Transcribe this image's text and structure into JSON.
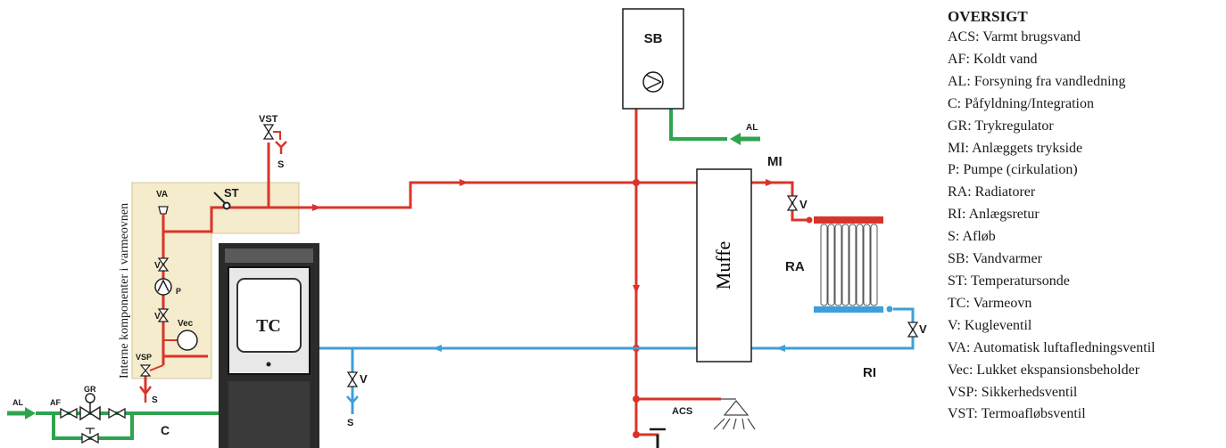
{
  "legend": {
    "title": "OVERSIGT",
    "items": [
      "ACS: Varmt brugsvand",
      "AF: Koldt vand",
      "AL: Forsyning fra vandledning",
      "C: Påfyldning/Integration",
      "GR: Trykregulator",
      "MI: Anlæggets trykside",
      "P: Pumpe (cirkulation)",
      "RA: Radiatorer",
      "RI: Anlægsretur",
      "S: Afløb",
      "SB: Vandvarmer",
      "ST: Temperatursonde",
      "TC: Varmeovn",
      "V: Kugleventil",
      "VA: Automatisk luftafledningsventil",
      "Vec: Lukket ekspansionsbeholder",
      "VSP: Sikkerhedsventil",
      "VST: Termoafløbsventil"
    ]
  },
  "labels": {
    "sb": "SB",
    "al_top": "AL",
    "mi": "MI",
    "v_mi": "V",
    "ra": "RA",
    "v_ri": "V",
    "ri": "RI",
    "muffe": "Muffe",
    "tc": "TC",
    "vst": "VST",
    "s_vst": "S",
    "st": "ST",
    "va": "VA",
    "v_upper": "V",
    "p": "P",
    "v_lower": "V",
    "vec": "Vec",
    "vsp": "VSP",
    "s_vsp": "S",
    "v_drain": "V",
    "s_drain": "S",
    "acs": "ACS",
    "al_bottom": "AL",
    "af": "AF",
    "gr": "GR",
    "c": "C",
    "internal": "Interne komponenter i varmeovnen"
  },
  "colors": {
    "supply": "#d9342b",
    "return": "#3d9fd8",
    "cold": "#2ea44f",
    "internal_bg": "#f4eccc",
    "black": "#1a1a1a"
  }
}
